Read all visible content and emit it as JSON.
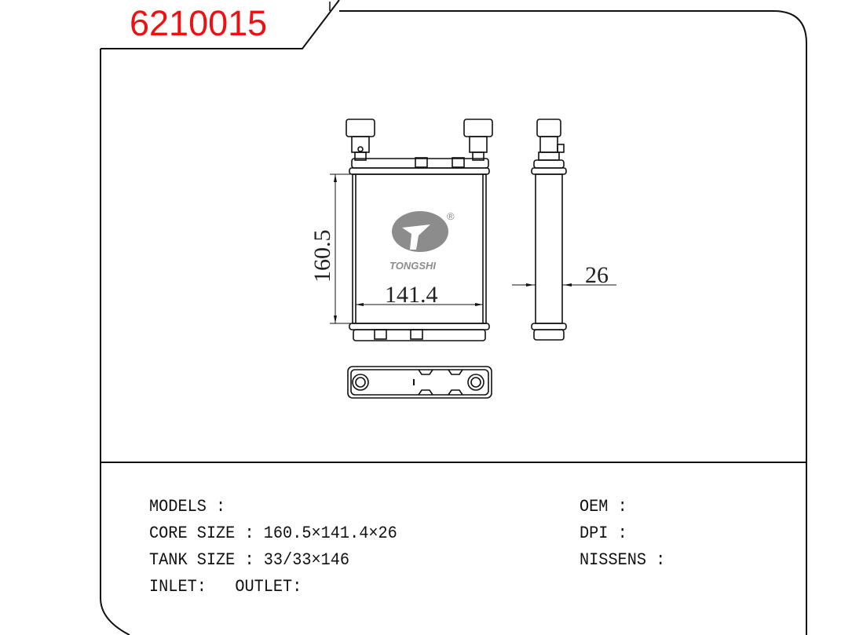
{
  "part_number": "6210015",
  "drawing": {
    "height_dim": "160.5",
    "width_dim": "141.4",
    "thickness_dim": "26",
    "logo_text": "TONGSHI",
    "logo_mark": "®"
  },
  "specs": {
    "models": "MODELS :",
    "core_size": "CORE SIZE : 160.5×141.4×26",
    "tank_size": "TANK SIZE : 33/33×146",
    "inlet_outlet": "INLET:   OUTLET:",
    "oem": "OEM :",
    "dpi": "DPI :",
    "nissens": "NISSENS :"
  },
  "colors": {
    "part_number": "#ee1111",
    "lines": "#111111",
    "logo": "#8c8c8c"
  }
}
